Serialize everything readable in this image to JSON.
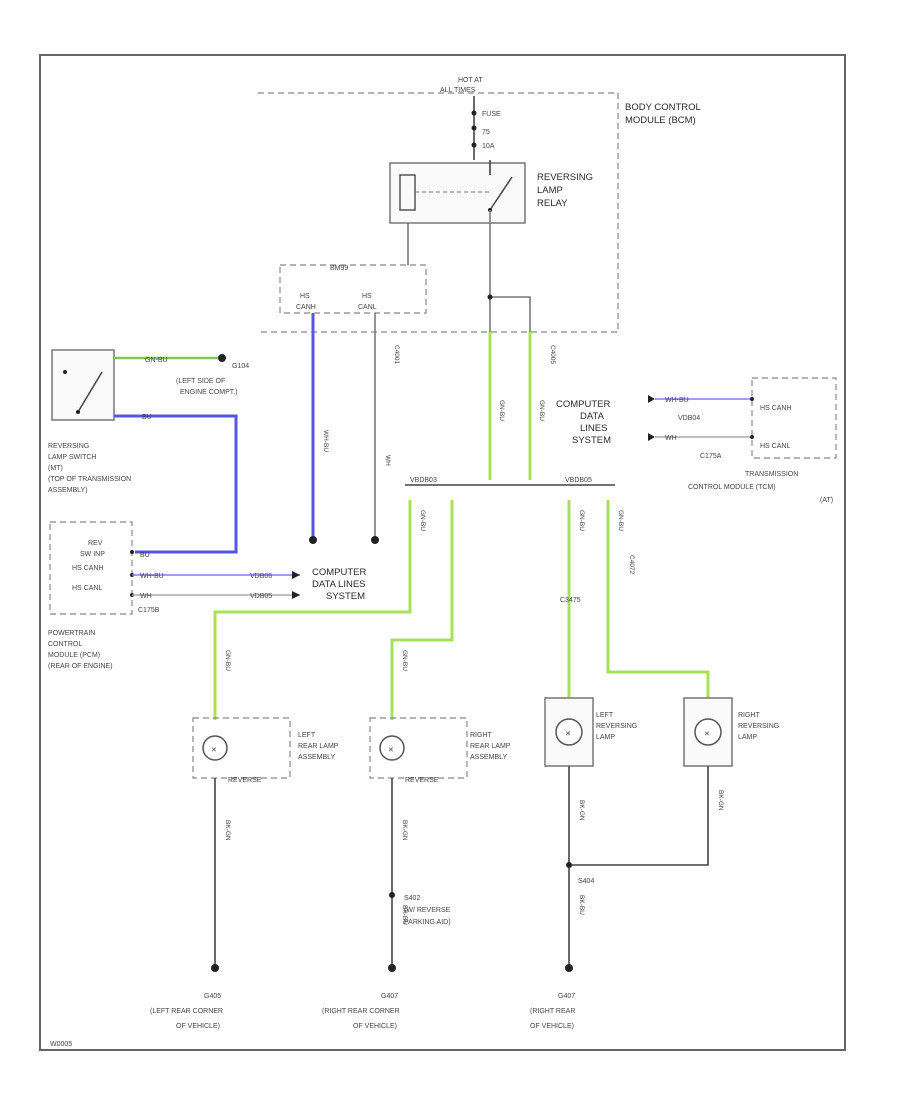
{
  "diagram_id": "W0005",
  "power": {
    "hot_at": "HOT AT",
    "hot_mode": "ALL TIMES",
    "fuse_label": "FUSE",
    "fuse_num": "75",
    "fuse_amp": "10A"
  },
  "bcm": {
    "line1": "BODY CONTROL",
    "line2": "MODULE (BCM)"
  },
  "relay": {
    "line1": "REVERSING",
    "line2": "LAMP",
    "line3": "RELAY"
  },
  "bcm_conn": {
    "name": "BM99",
    "pin1": "HS",
    "pin1b": "CANH",
    "pin2": "HS",
    "pin2b": "CANL"
  },
  "ground_top": {
    "id": "G104",
    "line1": "(LEFT SIDE OF",
    "line2": "ENGINE COMPT.)",
    "wire": "GN-BU"
  },
  "switch": {
    "line1": "REVERSING",
    "line2": "LAMP SWITCH",
    "line3": "(MT)",
    "line4": "(TOP OF TRANSMISSION",
    "line5": "ASSEMBLY)",
    "wire": "BU"
  },
  "pcm": {
    "pin1": "REV",
    "pin1b": "SW INP",
    "pin2": "HS CANH",
    "pin3": "HS CANL",
    "wire1": "BU",
    "wire2": "WH-BU",
    "wire3": "WH",
    "conn": "C175B",
    "line1": "POWERTRAIN",
    "line2": "CONTROL",
    "line3": "MODULE (PCM)",
    "line4": "(REAR OF ENGINE)"
  },
  "cdl_left": {
    "line1": "COMPUTER",
    "line2": "DATA LINES",
    "line3": "SYSTEM",
    "conn1": "VDB06",
    "conn2": "VDB05"
  },
  "cdl_right": {
    "line1": "COMPUTER",
    "line2": "DATA",
    "line3": "LINES",
    "line4": "SYSTEM",
    "conn": "VDB04",
    "wire1": "WH-BU",
    "wire2": "WH"
  },
  "tcm": {
    "pin1": "HS CANH",
    "pin2": "HS CANL",
    "conn": "C175A",
    "line1": "TRANSMISSION",
    "line2": "CONTROL MODULE (TCM)",
    "line3": "(AT)"
  },
  "splices": {
    "left": "VBDB03",
    "right": "VBDB05",
    "conn_c": "C3475",
    "conn_d": "C3475"
  },
  "lamps": [
    {
      "line1": "LEFT",
      "line2": "REAR LAMP",
      "line3": "ASSEMBLY",
      "tag": "REVERSE"
    },
    {
      "line1": "RIGHT",
      "line2": "REAR LAMP",
      "line3": "ASSEMBLY",
      "tag": "REVERSE"
    },
    {
      "line1": "LEFT",
      "line2": "REVERSING",
      "line3": "LAMP",
      "tag": ""
    },
    {
      "line1": "RIGHT",
      "line2": "REVERSING",
      "line3": "LAMP",
      "tag": ""
    }
  ],
  "wire_codes": {
    "gn_bu": "GN-BU",
    "wh_bu": "WH-BU",
    "wh": "WH",
    "bk_gn": "BK-GN",
    "bk_bu": "BK-BU",
    "c_a": "C4001",
    "c_b": "C4005",
    "c_c": "C4072"
  },
  "grounds": [
    {
      "id": "G405",
      "line1": "(LEFT REAR CORNER",
      "line2": "OF VEHICLE)"
    },
    {
      "id": "G407",
      "line1": "(RIGHT REAR CORNER",
      "line2": "OF VEHICLE)"
    },
    {
      "id": "G407",
      "line1": "(RIGHT REAR",
      "line2": "OF VEHICLE)"
    }
  ],
  "parking_aid": {
    "id": "S402",
    "line1": "(W/ REVERSE",
    "line2": "PARKING AID)"
  },
  "splice_bottom": {
    "id": "S404"
  }
}
